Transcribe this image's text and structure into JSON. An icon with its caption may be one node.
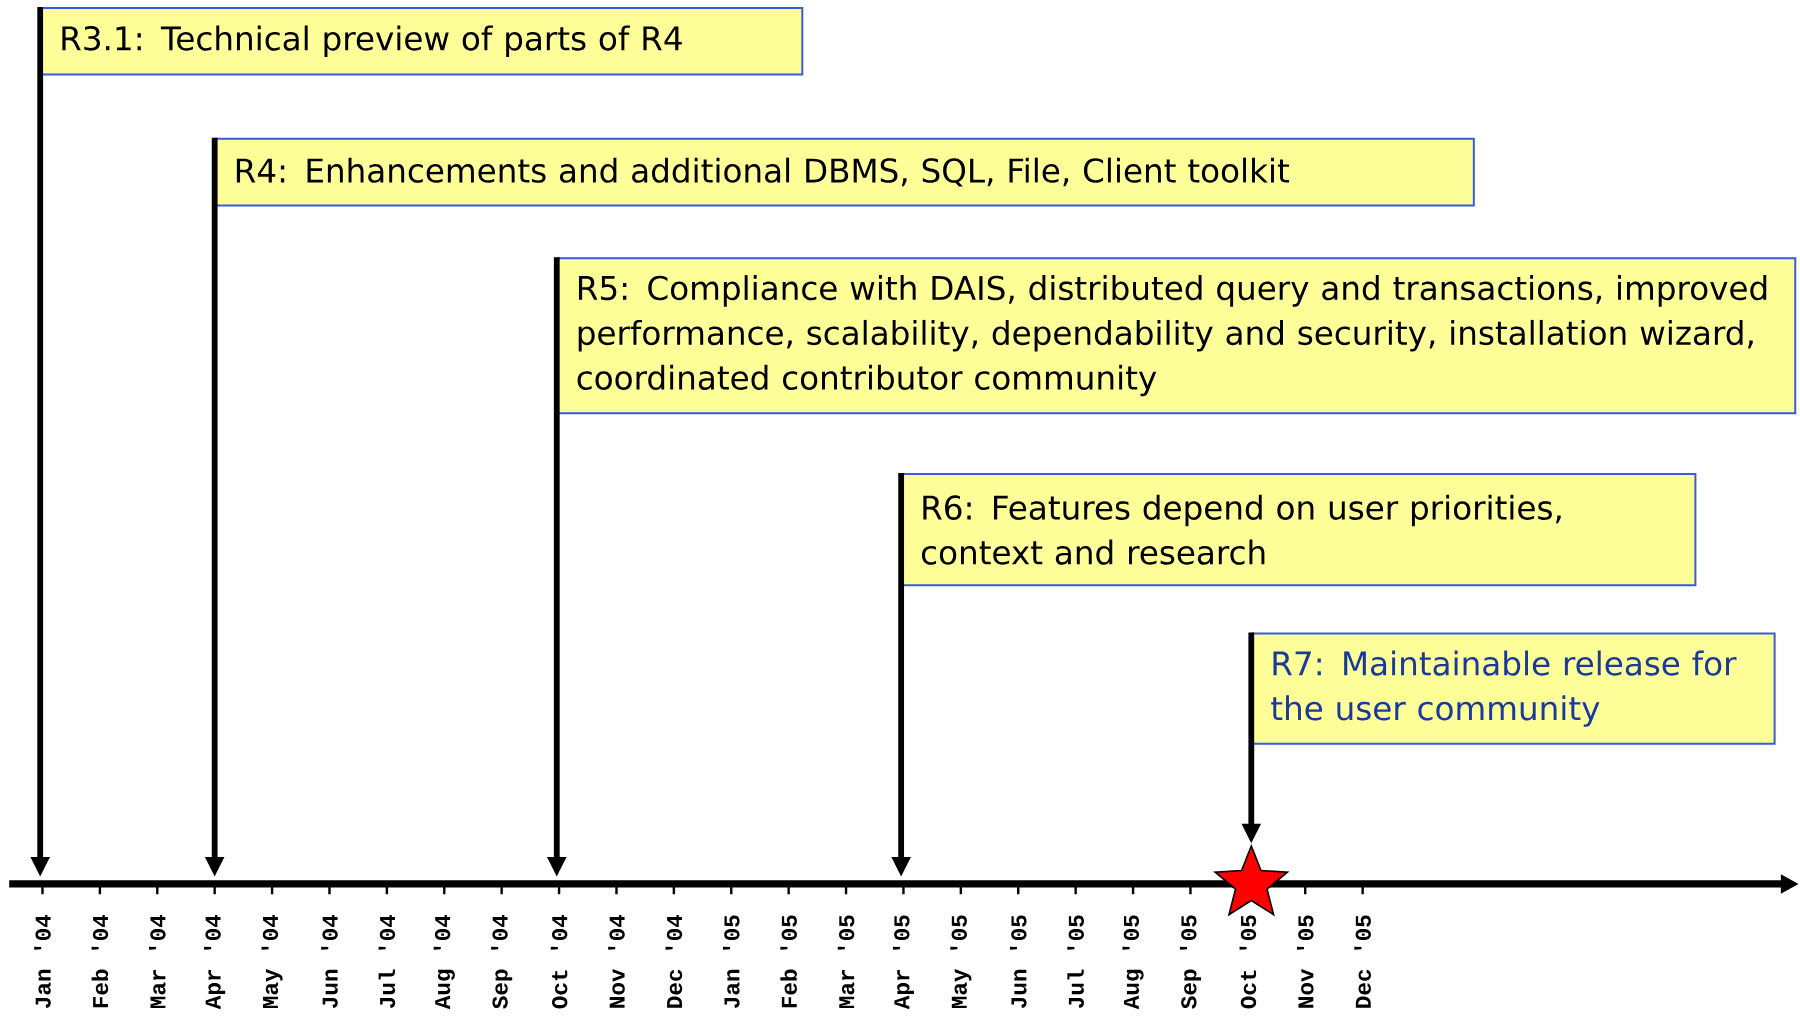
{
  "diagram": {
    "nodes": [
      {
        "text": [
          "R3.1: Technical preview of parts of R4"
        ]
      },
      {
        "text": [
          "R4: Enhancements and additional DBMS, SQL, File, Client toolkit"
        ]
      },
      {
        "text": [
          "R5: Compliance with DAIS, distributed query and transactions, improved performance, scalability, dependability and security, installation wizard, coordinated contributor community"
        ]
      },
      {
        "text": [
          "R6: Features depend on user priorities, context and research"
        ]
      },
      {
        "text": [
          "R7: Maintainable release for the user community"
        ]
      },
      {
        "text": [],
        "shape": "star"
      }
    ],
    "edges": [
      {
        "from": 0,
        "to": null,
        "arrow": "to"
      },
      {
        "from": 1,
        "to": null,
        "arrow": "to"
      },
      {
        "from": 2,
        "to": null,
        "arrow": "to"
      },
      {
        "from": 3,
        "to": null,
        "arrow": "to"
      },
      {
        "from": 4,
        "to": 5,
        "arrow": "to"
      }
    ],
    "labels": [
      "Jan '04",
      "Feb '04",
      "Mar '04",
      "Apr '04",
      "May '04",
      "Jun '04",
      "Jul '04",
      "Aug '04",
      "Sep '04",
      "Oct '04",
      "Nov '04",
      "Dec '04",
      "Jan '05",
      "Feb '05",
      "Mar '05",
      "Apr '05",
      "May '05",
      "Jun '05",
      "Jul '05",
      "Aug '05",
      "Sep '05",
      "Oct '05",
      "Nov '05",
      "Dec '05"
    ]
  }
}
